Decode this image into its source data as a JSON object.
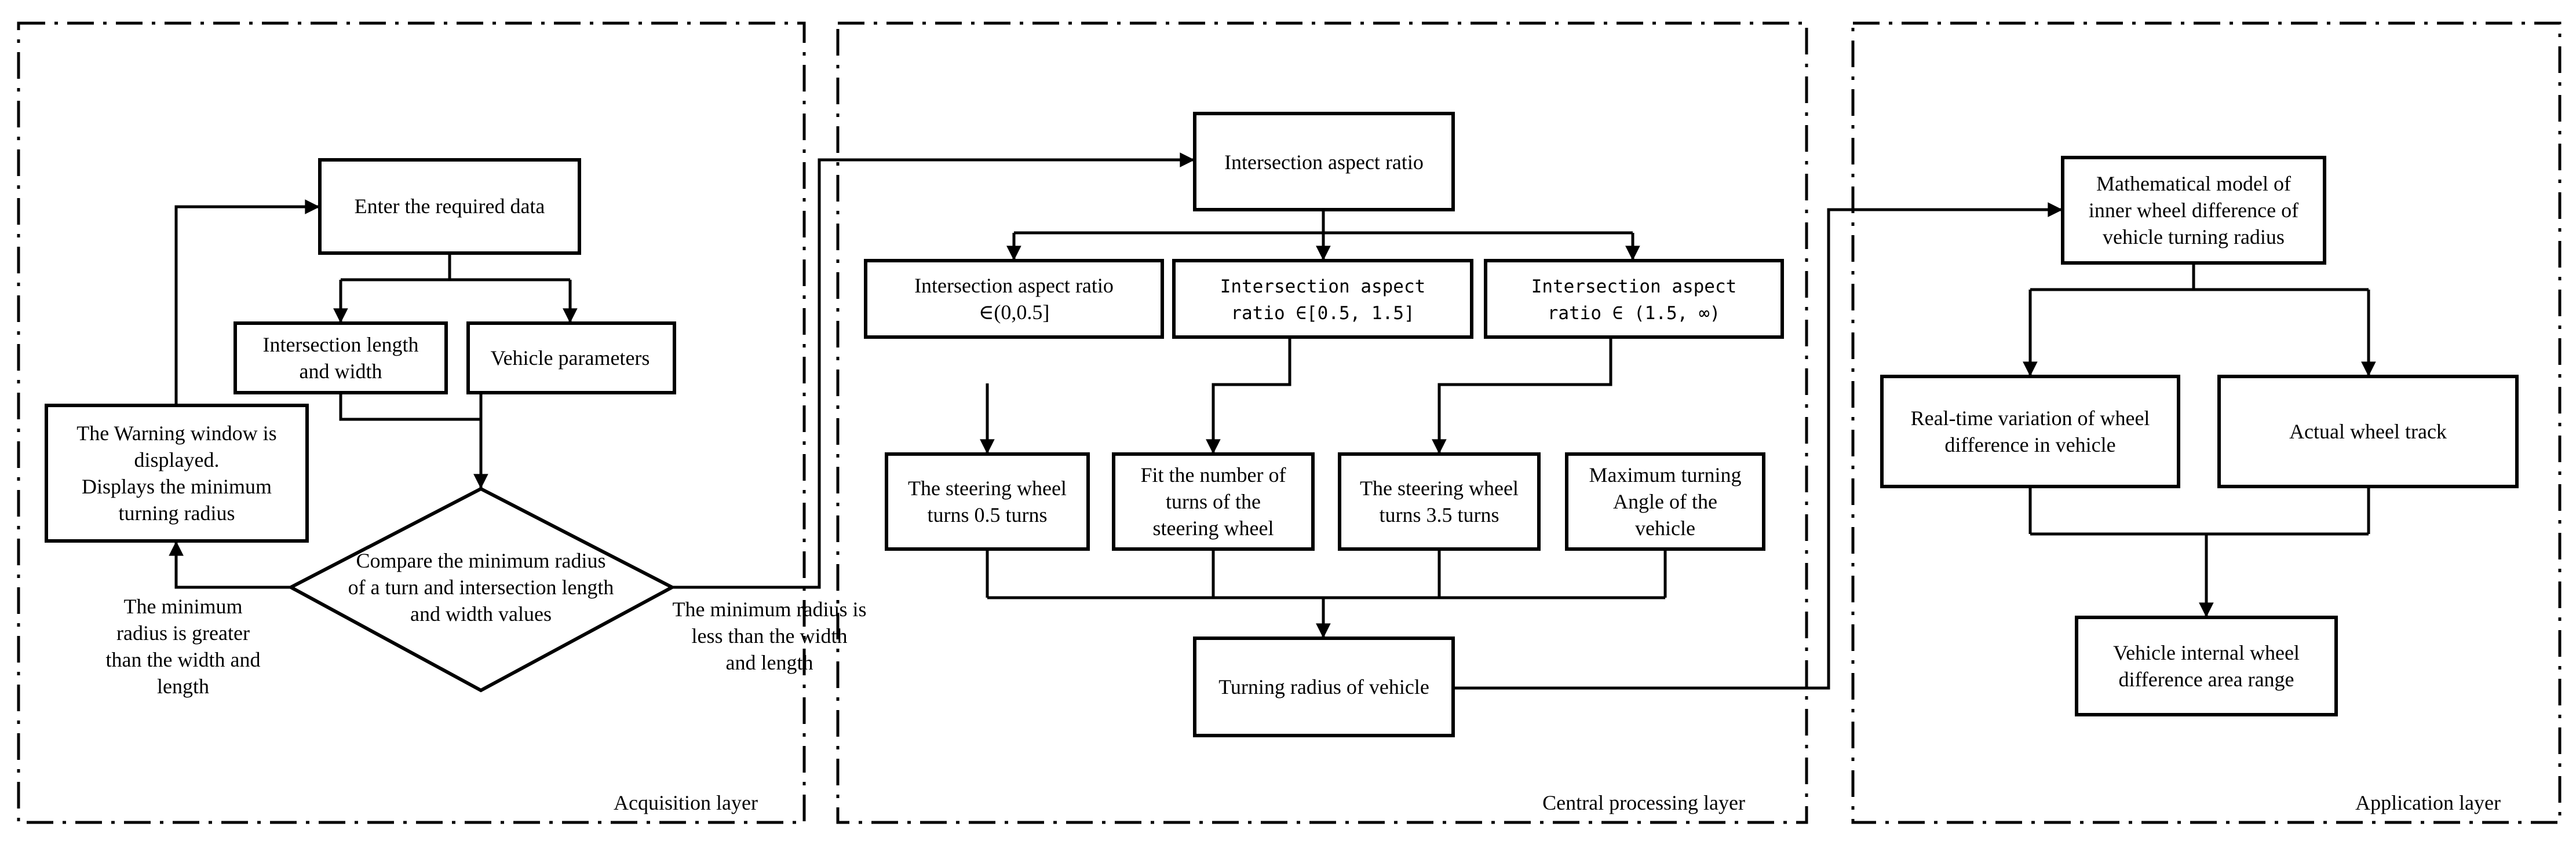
{
  "layers": {
    "acquisition": "Acquisition layer",
    "central": "Central processing layer",
    "application": "Application layer"
  },
  "nodes": {
    "enter_data": [
      "Enter the required data"
    ],
    "intersection_length_width": [
      "Intersection length",
      "and width"
    ],
    "vehicle_parameters": [
      "Vehicle parameters"
    ],
    "warning_window": [
      "The Warning window is",
      "displayed.",
      "Displays the minimum",
      "turning radius"
    ],
    "compare": [
      "Compare the minimum radius",
      "of a turn and intersection length",
      "and width values"
    ],
    "aspect_ratio_top": [
      "Intersection aspect ratio"
    ],
    "ratio_a": [
      "Intersection aspect ratio",
      "∈(0,0.5]"
    ],
    "ratio_b": [
      "Intersection aspect",
      "ratio ∈[0.5, 1.5]"
    ],
    "ratio_c": [
      "Intersection aspect",
      "ratio ∈ (1.5, ∞)"
    ],
    "steer_05": [
      "The steering wheel",
      "turns 0.5 turns"
    ],
    "fit_turns": [
      "Fit the number of",
      "turns of the",
      "steering wheel"
    ],
    "steer_35": [
      "The steering wheel",
      "turns 3.5 turns"
    ],
    "max_angle": [
      "Maximum turning",
      "Angle of the",
      "vehicle"
    ],
    "turning_radius": [
      "Turning radius of vehicle"
    ],
    "math_model": [
      "Mathematical model of",
      "inner wheel difference of",
      "vehicle turning radius"
    ],
    "realtime_variation": [
      "Real-time variation of wheel",
      "difference in vehicle"
    ],
    "actual_track": [
      "Actual wheel track"
    ],
    "area_range": [
      "Vehicle internal wheel",
      "difference area range"
    ]
  },
  "edge_labels": {
    "greater": [
      "The minimum",
      "radius is greater",
      "than the width and",
      "length"
    ],
    "less": [
      "The minimum radius is",
      "less than the width",
      "and length"
    ]
  }
}
